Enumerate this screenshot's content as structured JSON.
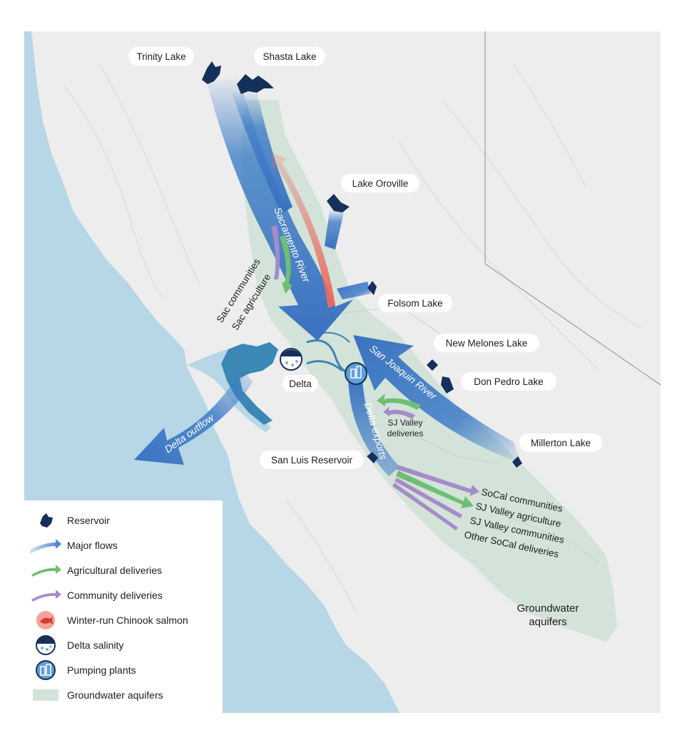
{
  "map": {
    "reservoirs": {
      "trinity": "Trinity Lake",
      "shasta": "Shasta Lake",
      "oroville": "Lake Oroville",
      "folsom": "Folsom Lake",
      "new_melones": "New Melones Lake",
      "don_pedro": "Don Pedro Lake",
      "millerton": "Millerton Lake",
      "san_luis": "San Luis Reservoir"
    },
    "places": {
      "delta": "Delta",
      "groundwater_line1": "Groundwater",
      "groundwater_line2": "aquifers"
    },
    "flows": {
      "sacramento_river": "Sacramento River",
      "san_joaquin_river": "San Joaquin River",
      "delta_exports": "Delta exports",
      "delta_outflow": "Delta outflow"
    },
    "deliveries": {
      "sac_communities": "Sac communities",
      "sac_agriculture": "Sac agriculture",
      "sj_valley_line1": "SJ Valley",
      "sj_valley_line2": "deliveries",
      "socal_communities": "SoCal communities",
      "sj_valley_agriculture": "SJ Valley agriculture",
      "sj_valley_communities": "SJ Valley communities",
      "other_socal": "Other SoCal deliveries"
    }
  },
  "legend": {
    "items": [
      {
        "label": "Reservoir",
        "icon": "reservoir-icon"
      },
      {
        "label": "Major flows",
        "icon": "major-flow-arrow-icon"
      },
      {
        "label": "Agricultural deliveries",
        "icon": "agricultural-arrow-icon"
      },
      {
        "label": "Community deliveries",
        "icon": "community-arrow-icon"
      },
      {
        "label": "Winter-run Chinook salmon",
        "icon": "salmon-icon"
      },
      {
        "label": "Delta salinity",
        "icon": "delta-salinity-icon"
      },
      {
        "label": "Pumping plants",
        "icon": "pumping-plant-icon"
      },
      {
        "label": "Groundwater aquifers",
        "icon": "aquifer-swatch-icon"
      }
    ]
  },
  "colors": {
    "ocean": "#b7d6e6",
    "land": "#ededed",
    "aquifer": "#d3e3d9",
    "major_flow": "#3f7dc8",
    "agricultural": "#6fbf73",
    "community": "#a58cc9",
    "salmon": "#ea6a61",
    "reservoir": "#15305a"
  }
}
